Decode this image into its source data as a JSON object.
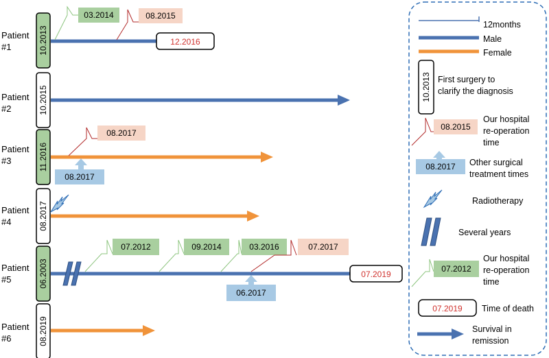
{
  "colors": {
    "male": "#4a72b0",
    "female": "#f0933a",
    "surgery_fill_green": "#a9cf9f",
    "reop_fill_pink": "#f6d5c6",
    "other_fill_blue": "#a7c9e4",
    "reop_green_fill": "#a9cf9f",
    "death_text": "#d0312d",
    "legend_border": "#2e6db5"
  },
  "patients": [
    {
      "label_line1": "Patient",
      "label_line2": "#1",
      "first_surgery": "10.2013",
      "sex": "male",
      "reop_green": "03.2014",
      "reop_pink": "08.2015",
      "death": "12.2016"
    },
    {
      "label_line1": "Patient",
      "label_line2": "#2",
      "first_surgery": "10.2015",
      "sex": "male",
      "remission": true
    },
    {
      "label_line1": "Patient",
      "label_line2": "#3",
      "first_surgery": "11.2016",
      "sex": "female",
      "reop_pink": "08.2017",
      "other_treatment": "08.2017",
      "remission": true
    },
    {
      "label_line1": "Patient",
      "label_line2": "#4",
      "first_surgery": "08.2017",
      "sex": "female",
      "radiotherapy": true,
      "remission": true
    },
    {
      "label_line1": "Patient",
      "label_line2": "#5",
      "first_surgery": "06.2003",
      "sex": "male",
      "several_years": true,
      "reop_green_1": "07.2012",
      "reop_green_2": "09.2014",
      "reop_green_3": "03.2016",
      "reop_pink": "07.2017",
      "other_treatment": "06.2017",
      "death": "07.2019"
    },
    {
      "label_line1": "Patient",
      "label_line2": "#6",
      "first_surgery": "08.2019",
      "sex": "female",
      "remission": true
    }
  ],
  "legend": {
    "months": "12months",
    "male": "Male",
    "female": "Female",
    "first_surgery_sample": "10.2013",
    "first_surgery_line1": "First surgery to",
    "first_surgery_line2": "clarify the diagnosis",
    "reop_pink_sample": "08.2015",
    "reop_pink_line1": "Our hospital",
    "reop_pink_line2": "re-operation",
    "reop_pink_line3": "time",
    "other_sample": "08.2017",
    "other_line1": "Other surgical",
    "other_line2": "treatment times",
    "radiotherapy": "Radiotherapy",
    "several_years": "Several years",
    "reop_green_sample": "07.2012",
    "reop_green_line1": "Our hospital",
    "reop_green_line2": "re-operation",
    "reop_green_line3": "time",
    "death_sample": "07.2019",
    "death_label": "Time of death",
    "remission_line1": "Survival in",
    "remission_line2": "remission"
  }
}
